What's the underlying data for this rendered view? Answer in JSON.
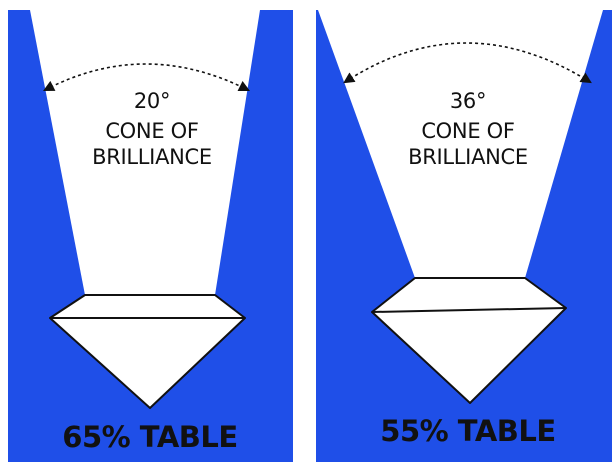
{
  "panels": [
    {
      "angle": "20°",
      "line1": "CONE OF",
      "line2": "BRILLIANCE",
      "caption": "65% TABLE"
    },
    {
      "angle": "36°",
      "line1": "CONE OF",
      "line2": "BRILLIANCE",
      "caption": "55% TABLE"
    }
  ],
  "colors": {
    "background": "#1f4fe8",
    "cone": "#ffffff",
    "outline": "#111111"
  }
}
